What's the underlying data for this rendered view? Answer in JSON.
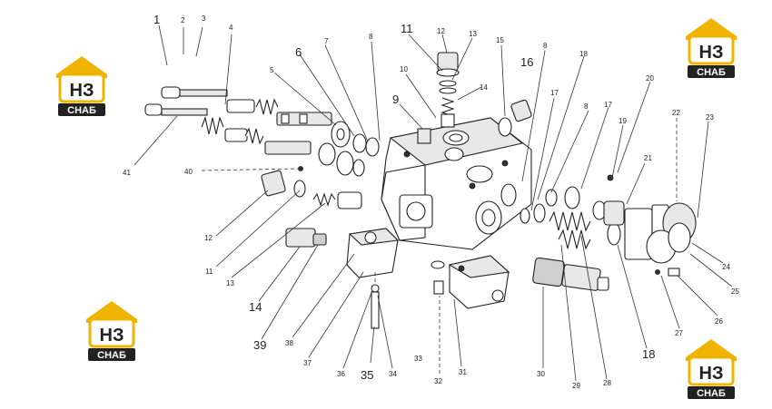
{
  "logo": {
    "mark": "НЗ",
    "word": "СНАБ",
    "color_gold": "#f0b400",
    "color_dark": "#222222"
  },
  "callouts": [
    {
      "id": "c1",
      "text": "1"
    },
    {
      "id": "c2",
      "text": "2"
    },
    {
      "id": "c3",
      "text": "3"
    },
    {
      "id": "c4",
      "text": "4"
    },
    {
      "id": "c5",
      "text": "5"
    },
    {
      "id": "c6",
      "text": "6"
    },
    {
      "id": "c7",
      "text": "7"
    },
    {
      "id": "c8a",
      "text": "8"
    },
    {
      "id": "c11a",
      "text": "11"
    },
    {
      "id": "c12a",
      "text": "12"
    },
    {
      "id": "c13a",
      "text": "13"
    },
    {
      "id": "c15",
      "text": "15"
    },
    {
      "id": "c16",
      "text": "16"
    },
    {
      "id": "c8b",
      "text": "8"
    },
    {
      "id": "c18a",
      "text": "18"
    },
    {
      "id": "c10",
      "text": "10"
    },
    {
      "id": "c9",
      "text": "9"
    },
    {
      "id": "c14a",
      "text": "14"
    },
    {
      "id": "c17a",
      "text": "17"
    },
    {
      "id": "c8c",
      "text": "8"
    },
    {
      "id": "c17b",
      "text": "17"
    },
    {
      "id": "c20",
      "text": "20"
    },
    {
      "id": "c22",
      "text": "22"
    },
    {
      "id": "c23",
      "text": "23"
    },
    {
      "id": "c19",
      "text": "19"
    },
    {
      "id": "c21",
      "text": "21"
    },
    {
      "id": "c41",
      "text": "41"
    },
    {
      "id": "c40",
      "text": "40"
    },
    {
      "id": "c12b",
      "text": "12"
    },
    {
      "id": "c11b",
      "text": "11"
    },
    {
      "id": "c13b",
      "text": "13"
    },
    {
      "id": "c14b",
      "text": "14"
    },
    {
      "id": "c39",
      "text": "39"
    },
    {
      "id": "c38",
      "text": "38"
    },
    {
      "id": "c37",
      "text": "37"
    },
    {
      "id": "c36",
      "text": "36"
    },
    {
      "id": "c35",
      "text": "35"
    },
    {
      "id": "c34",
      "text": "34"
    },
    {
      "id": "c33",
      "text": "33"
    },
    {
      "id": "c32",
      "text": "32"
    },
    {
      "id": "c31",
      "text": "31"
    },
    {
      "id": "c30",
      "text": "30"
    },
    {
      "id": "c29",
      "text": "29"
    },
    {
      "id": "c28",
      "text": "28"
    },
    {
      "id": "c18b",
      "text": "18"
    },
    {
      "id": "c27",
      "text": "27"
    },
    {
      "id": "c26",
      "text": "26"
    },
    {
      "id": "c25",
      "text": "25"
    },
    {
      "id": "c24",
      "text": "24"
    }
  ]
}
